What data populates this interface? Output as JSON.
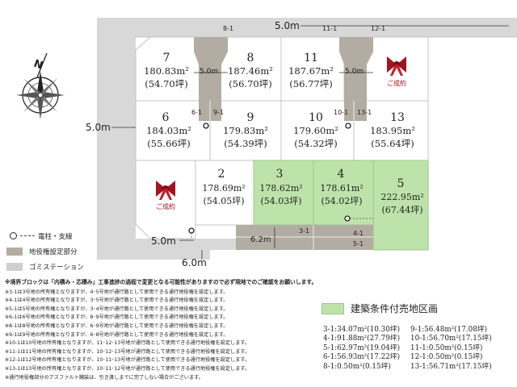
{
  "roads": {
    "top": "5.0m",
    "left": "5.0m",
    "bottom_left": "5.0m",
    "bottom": "6.0m",
    "bottom_mid": "6.2m",
    "alley_left": "5.0m",
    "alley_right": "5.0m"
  },
  "lots": [
    {
      "no": "7",
      "area": "180.83m²",
      "tsubo": "(54.70坪)"
    },
    {
      "no": "8",
      "area": "187.46m²",
      "tsubo": "(56.70坪)"
    },
    {
      "no": "11",
      "area": "187.67m²",
      "tsubo": "(56.77坪)"
    },
    {
      "no": "6",
      "area": "184.03m²",
      "tsubo": "(55.66坪)"
    },
    {
      "no": "9",
      "area": "179.83m²",
      "tsubo": "(54.39坪)"
    },
    {
      "no": "10",
      "area": "179.60m²",
      "tsubo": "(54.32坪)"
    },
    {
      "no": "13",
      "area": "183.95m²",
      "tsubo": "(55.64坪)"
    },
    {
      "no": "2",
      "area": "178.69m²",
      "tsubo": "(54.05坪)"
    },
    {
      "no": "3",
      "area": "178.62m²",
      "tsubo": "(54.03坪)"
    },
    {
      "no": "4",
      "area": "178.61m²",
      "tsubo": "(54.02坪)"
    },
    {
      "no": "5",
      "area": "222.95m²",
      "tsubo": "(67.44坪)"
    }
  ],
  "sold_label": "ご成約",
  "easement_labels": {
    "e81": "8-1",
    "e111": "11-1",
    "e121": "12-1",
    "e61": "6-1",
    "e91": "9-1",
    "e101": "10-1",
    "e131": "13-1",
    "e31": "3-1",
    "e41": "4-1",
    "e51": "5-1"
  },
  "compass": "N",
  "legend": {
    "pole": "電柱・支線",
    "easement": "地役権設定部分",
    "garbage": "ゴミステーション"
  },
  "notes": [
    "※境界ブロックは「内積み・芯積み」工事進捗の過程で変更となる可能性がありますので必ず現地でのご確認をお願いします。",
    "※3-1は3号地の所有権となりますが、4･5号地が通行路として使用できる通行地役権を設定します。",
    "※4-1は4号地の所有権となりますが、3･5号地が通行路として使用できる通行地役権を設定します。",
    "※5-1は5号地の所有権となりますが、3･4号地が通行路として使用できる通行地役権を設定します。",
    "※6-1は6号地の所有権となりますが、8･9号地が通行路として使用できる通行地役権を設定します。",
    "※8-1は8号地の所有権となりますが、6･9号地が通行路として使用できる通行地役権を設定します。",
    "※9-1は9号地の所有権となりますが、6･8号地が通行路として使用できる通行地役権を設定します。",
    "※10-1は10号地の所有権となりますが、11･12･13号地が通行路として使用できる通行地役権を設定します。",
    "※11-1は11号地の所有権となりますが、10･12･13号地が通行路として使用できる通行地役権を設定します。",
    "※12-1は12号地の所有権となりますが、10･11･13号地が通行路として使用できる通行地役権を設定します。",
    "※13-1は13号地の所有権となりますが、10･11･12号地が通行路として使用できる通行地役権を設定します。",
    "※通行地役権部分のアスファルト舗装は、引き渡しまでに完了しない場合がございます。"
  ],
  "condition_label": "建築条件付売地区画",
  "plot_list_left": [
    "3-1:34.07m²(10.30坪)",
    "4-1:91.88m²(27.79坪)",
    "5-1:62.97m²(19.04坪)",
    "6-1:56.93m²(17.22坪)",
    "8-1:0.50m²(0.15坪)"
  ],
  "plot_list_right": [
    "9-1:56.48m²(17.08坪)",
    "10-1:56.70m²(17.15坪)",
    "11-1:0.50m²(0.15坪)",
    "12-1:0.50m²(0.15坪)",
    "13-1:56.71m²(17.15坪)"
  ],
  "colors": {
    "road": "#d8d8d8",
    "green": "#bde3aa",
    "easement": "#b3aca3",
    "sold": "#a3141f",
    "lot_line": "#bbbbbb"
  }
}
